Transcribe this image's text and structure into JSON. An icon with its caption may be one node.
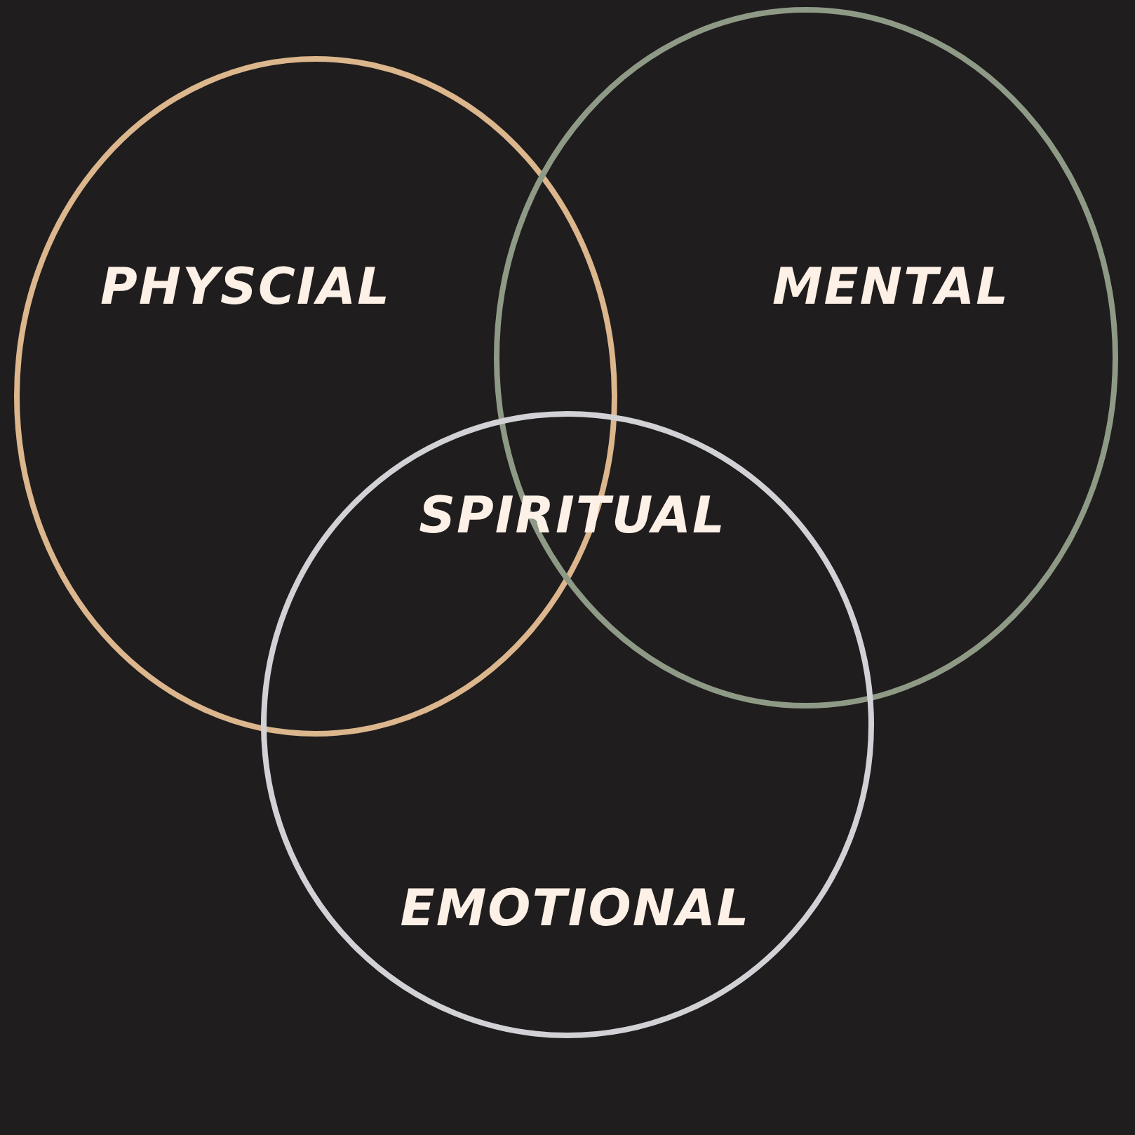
{
  "diagram": {
    "nodes": [
      {
        "text": [
          "PHYSCIAL"
        ]
      },
      {
        "text": [
          "MENTAL"
        ]
      },
      {
        "text": [
          "EMOTIONAL"
        ]
      }
    ],
    "labels": [
      "SPIRITUAL"
    ]
  }
}
